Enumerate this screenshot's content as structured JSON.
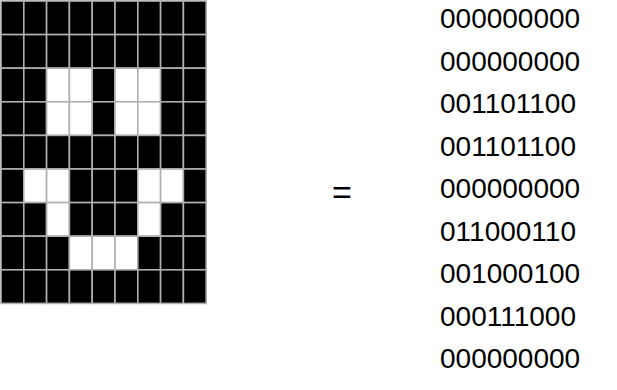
{
  "diagram": {
    "labels": [
      "=",
      "000000000",
      "000000000",
      "001101100",
      "001101100",
      "000000000",
      "011000110",
      "001000100",
      "000111000",
      "000000000"
    ]
  }
}
